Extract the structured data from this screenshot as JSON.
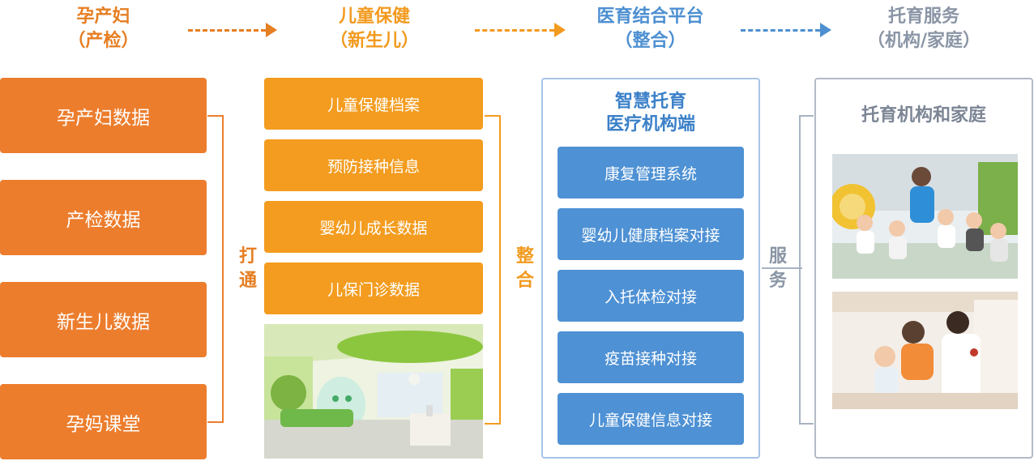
{
  "headers": {
    "col1": {
      "title": "孕产妇",
      "sub": "（产检）"
    },
    "col2": {
      "title": "儿童保健",
      "sub": "（新生儿）"
    },
    "col3": {
      "title": "医育结合平台",
      "sub": "（整合）"
    },
    "col4": {
      "title": "托育服务",
      "sub": "（机构/家庭）"
    }
  },
  "column1": {
    "items": [
      "孕产妇数据",
      "产检数据",
      "新生儿数据",
      "孕妈课堂"
    ],
    "connector_label": [
      "打",
      "通"
    ]
  },
  "column2": {
    "items": [
      "儿童保健档案",
      "预防接种信息",
      "婴幼儿成长数据",
      "儿保门诊数据"
    ],
    "connector_label": [
      "整",
      "合"
    ]
  },
  "column3": {
    "title_line1": "智慧托育",
    "title_line2": "医疗机构端",
    "items": [
      "康复管理系统",
      "婴幼儿健康档案对接",
      "入托体检对接",
      "疫苗接种对接",
      "儿童保健信息对接"
    ],
    "connector_label": [
      "服",
      "务"
    ]
  },
  "column4": {
    "title": "托育机构和家庭"
  },
  "colors": {
    "orange_dark": "#EC7D2D",
    "orange": "#F39C1F",
    "blue": "#4E91D4",
    "gray": "#8A95A5"
  }
}
